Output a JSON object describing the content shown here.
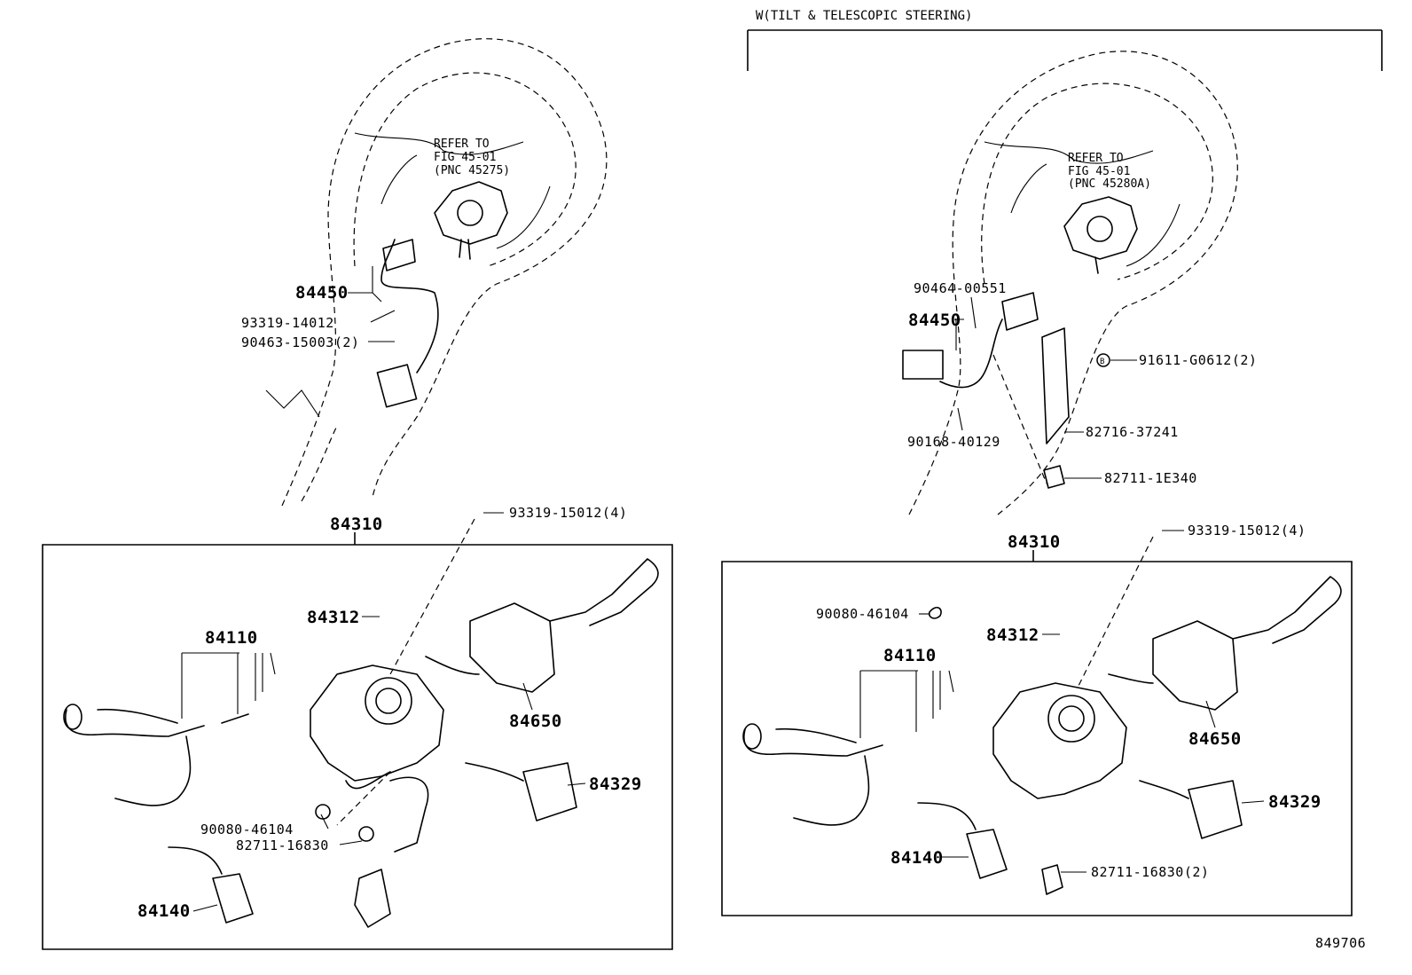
{
  "header": {
    "variant_label": "W(TILT & TELESCOPIC STEERING)"
  },
  "figure_id": "849706",
  "left": {
    "refer": {
      "line1": "REFER TO",
      "line2": "FIG 45-01",
      "line3": "(PNC 45275)"
    },
    "parts": {
      "p84450": "84450",
      "p93319_14012": "93319-14012",
      "p90463_15003": "90463-15003(2)",
      "p84310": "84310",
      "p93319_15012": "93319-15012(4)",
      "p84312": "84312",
      "p84110": "84110",
      "p84650": "84650",
      "p84329": "84329",
      "p90080_46104": "90080-46104",
      "p82711_16830": "82711-16830",
      "p84140": "84140"
    }
  },
  "right": {
    "refer": {
      "line1": "REFER TO",
      "line2": "FIG 45-01",
      "line3": "(PNC 45280A)"
    },
    "parts": {
      "p90464_00551": "90464-00551",
      "p84450": "84450",
      "p91611_g0612": "91611-G0612(2)",
      "p82716_37241": "82716-37241",
      "p90168_40129": "90168-40129",
      "p82711_1e340": "82711-1E340",
      "p84310": "84310",
      "p93319_15012": "93319-15012(4)",
      "p90080_46104": "90080-46104",
      "p84312": "84312",
      "p84110": "84110",
      "p84650": "84650",
      "p84329": "84329",
      "p84140": "84140",
      "p82711_16830": "82711-16830(2)"
    },
    "bolt_marker": "B"
  }
}
